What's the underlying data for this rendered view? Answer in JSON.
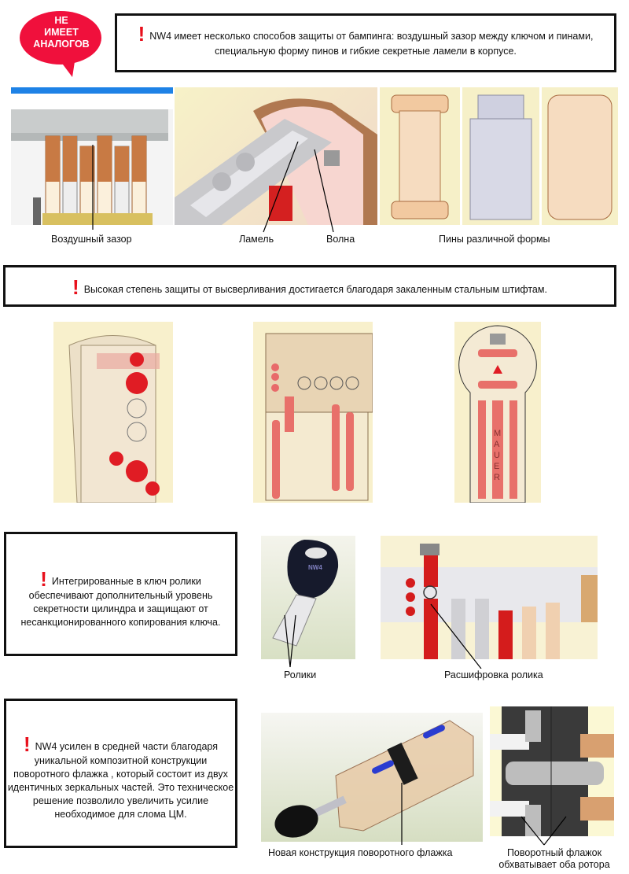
{
  "badge": {
    "lines": [
      "НЕ",
      "ИМЕЕТ",
      "АНАЛОГОВ"
    ]
  },
  "section1": {
    "text_line1": "NW4 имеет несколько способов защиты от бампинга: воздушный зазор между ключом и пинами,",
    "text_line2": "специальную форму пинов и гибкие секретные ламели в корпусе.",
    "captions": {
      "air_gap": "Воздушный зазор",
      "lamella": "Ламель",
      "wave": "Волна",
      "pins": "Пины различной формы"
    }
  },
  "section2": {
    "text": "Высокая степень защиты от высверливания достигается благодаря закаленным стальным штифтам.",
    "watermark": "MAUER"
  },
  "section3": {
    "lines": [
      "Интегрированные в ключ ролики",
      "обеспечивают дополнительный уровень",
      "секретности цилиндра и защищают от",
      "несанкционированного копирования ключа."
    ],
    "key_label": "NW4",
    "captions": {
      "rollers": "Ролики",
      "decode": "Расшифровка ролика"
    }
  },
  "section4": {
    "lines": [
      "NW4 усилен в средней части благодаря",
      "уникальной композитной конструкции",
      "поворотного флажка , который состоит из двух",
      "идентичных зеркальных частей. Это техническое",
      "решение позволило увеличить усилие",
      "необходимое для слома ЦМ."
    ],
    "captions": {
      "new_cam": "Новая конструкция поворотного флажка",
      "cam_line1": "Поворотный флажок",
      "cam_line2": "обхватывает  оба ротора"
    }
  },
  "colors": {
    "accent_red": "#e8101c",
    "badge_red": "#f0103c"
  }
}
